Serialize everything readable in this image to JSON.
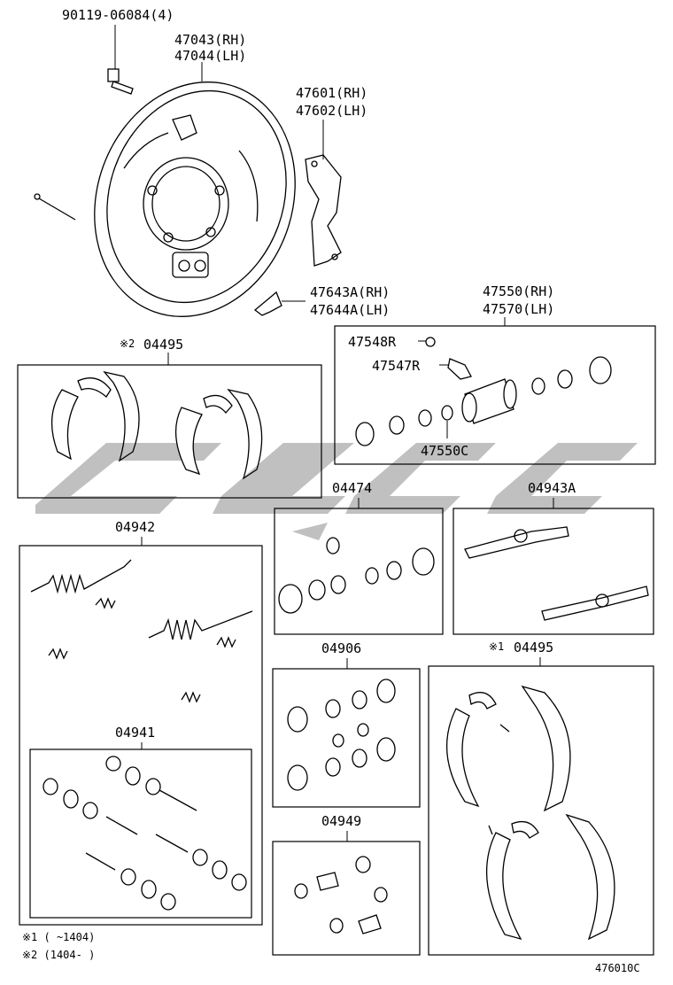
{
  "labels": {
    "bolt": "90119-06084(4)",
    "plate_rh": "47043(RH)",
    "plate_lh": "47044(LH)",
    "lever_rh": "47601(RH)",
    "lever_lh": "47602(LH)",
    "clip_rh": "47643A(RH)",
    "clip_lh": "47644A(LH)",
    "shoe_kit_2_mark": "※2",
    "shoe_kit_2": "04495",
    "cyl_rh": "47550(RH)",
    "cyl_lh": "47570(LH)",
    "cap": "47548R",
    "bleeder": "47547R",
    "cyl_kit": "47550C",
    "kit_04474": "04474",
    "kit_04943a": "04943A",
    "kit_04942": "04942",
    "kit_04941": "04941",
    "kit_04906": "04906",
    "shoe_kit_1_mark": "※1",
    "shoe_kit_1": "04495",
    "kit_04949": "04949",
    "diagram_code": "476010C"
  },
  "footnotes": {
    "note1": "※1 (    ~1404)",
    "note2": "※2 (1404-    )"
  },
  "icons": {
    "watermark": "watermark-logo",
    "backing_plate": "backing-plate-icon",
    "wheel_cylinder": "wheel-cylinder-icon",
    "brake_shoe": "brake-shoe-icon",
    "spring": "spring-icon"
  },
  "colors": {
    "ink": "#000000",
    "watermark": "#8c8c8c",
    "background": "#ffffff"
  }
}
